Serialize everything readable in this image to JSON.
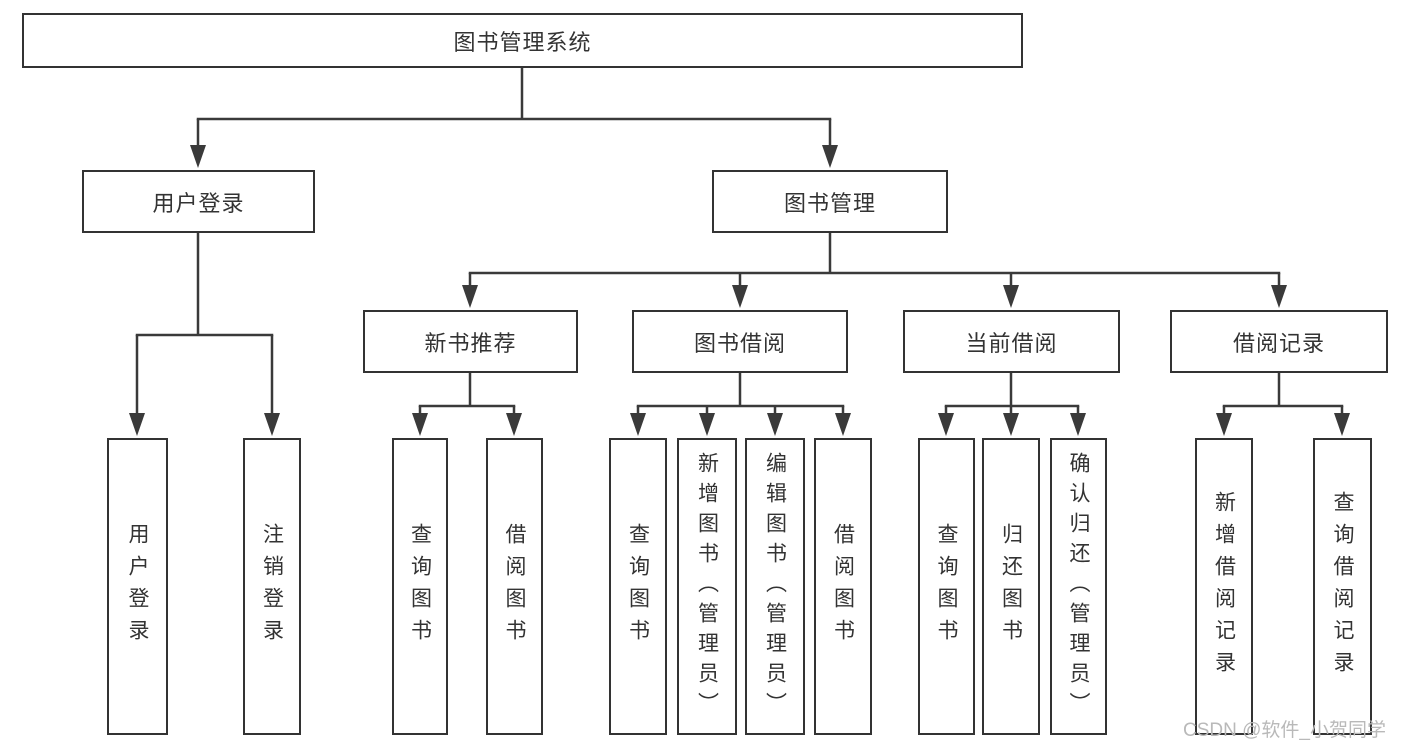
{
  "diagram": {
    "root": {
      "label": "图书管理系统"
    },
    "level2": [
      {
        "id": "user-login",
        "label": "用户登录"
      },
      {
        "id": "book-management",
        "label": "图书管理"
      }
    ],
    "level3": [
      {
        "id": "new-book-recommendation",
        "label": "新书推荐",
        "parent": "图书管理"
      },
      {
        "id": "book-borrowing",
        "label": "图书借阅",
        "parent": "图书管理"
      },
      {
        "id": "current-borrowing",
        "label": "当前借阅",
        "parent": "图书管理"
      },
      {
        "id": "borrowing-records",
        "label": "借阅记录",
        "parent": "图书管理"
      }
    ],
    "leaves": [
      {
        "label": "用户登录",
        "parent": "用户登录"
      },
      {
        "label": "注销登录",
        "parent": "用户登录"
      },
      {
        "label": "查询图书",
        "parent": "新书推荐"
      },
      {
        "label": "借阅图书",
        "parent": "新书推荐"
      },
      {
        "label": "查询图书",
        "parent": "图书借阅"
      },
      {
        "label": "新增图书（管理员）",
        "parent": "图书借阅"
      },
      {
        "label": "编辑图书（管理员）",
        "parent": "图书借阅"
      },
      {
        "label": "借阅图书",
        "parent": "图书借阅"
      },
      {
        "label": "查询图书",
        "parent": "当前借阅"
      },
      {
        "label": "归还图书",
        "parent": "当前借阅"
      },
      {
        "label": "确认归还（管理员）",
        "parent": "当前借阅"
      },
      {
        "label": "新增借阅记录",
        "parent": "借阅记录"
      },
      {
        "label": "查询借阅记录",
        "parent": "借阅记录"
      }
    ]
  },
  "watermark": {
    "text": "CSDN @软件_小贺同学",
    "color": "#b9b9b9"
  },
  "colors": {
    "line": "#3a3a3a",
    "text": "#333333",
    "background": "#ffffff"
  }
}
